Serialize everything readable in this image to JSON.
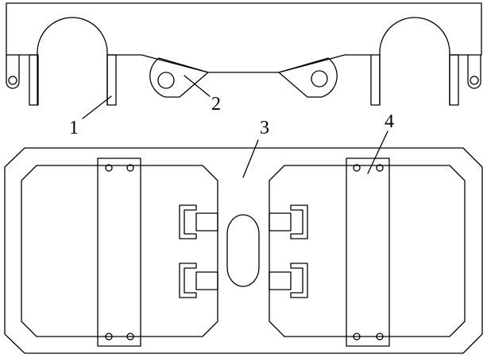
{
  "labels": {
    "part_1": "1",
    "part_2": "2",
    "part_3": "3",
    "part_4": "4"
  },
  "colors": {
    "stroke": "#000000",
    "background": "#ffffff"
  }
}
